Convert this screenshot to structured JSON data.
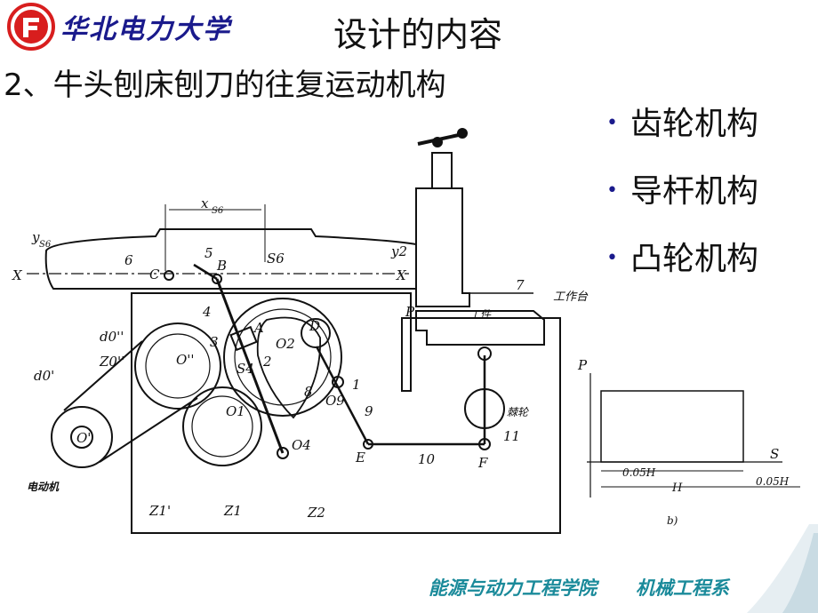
{
  "header": {
    "university_name": "华北电力大学",
    "title": "设计的内容"
  },
  "subtitle": "2、牛头刨床刨刀的往复运动机构",
  "bullets": [
    {
      "label": "齿轮机构"
    },
    {
      "label": "导杆机构"
    },
    {
      "label": "凸轮机构"
    }
  ],
  "figure": {
    "labels": {
      "xs6": "x",
      "xs6_sub": "S6",
      "ys6": "y",
      "ys6_sub": "S6",
      "x_left": "X",
      "x_right": "X",
      "n6": "6",
      "c": "C",
      "n5": "5",
      "b": "B",
      "s6": "S6",
      "y2": "y2",
      "n7": "7",
      "worktable": "工作台",
      "p": "P",
      "workpiece": "工件",
      "d0pp": "d0''",
      "z0pp": "Z0''",
      "opp": "O''",
      "n4": "4",
      "n3": "3",
      "a": "A",
      "o2": "O2",
      "n2": "2",
      "d": "D",
      "s4": "S4",
      "n8": "8",
      "n1": "1",
      "o9": "O9",
      "n9": "9",
      "d0p": "d0'",
      "op": "O'",
      "o1": "O1",
      "ratchet": "棘轮",
      "o4": "O4",
      "e": "E",
      "n10": "10",
      "f": "F",
      "n11": "11",
      "motor": "电动机",
      "z1p": "Z1'",
      "z1": "Z1",
      "z2": "Z2"
    },
    "force_graph": {
      "p_axis": "P",
      "s_axis": "S",
      "dim_005h": "0.05H",
      "dim_h": "H",
      "dim_005h_right": "0.05H",
      "caption": "b)"
    }
  },
  "footer": {
    "college": "能源与动力工程学院",
    "department": "机械工程系"
  },
  "colors": {
    "title_text": "#111111",
    "university_name": "#1a1a8c",
    "logo_red": "#d81e1e",
    "footer_text": "#1a8a9a",
    "bullet_dot": "#1a1a8c"
  }
}
